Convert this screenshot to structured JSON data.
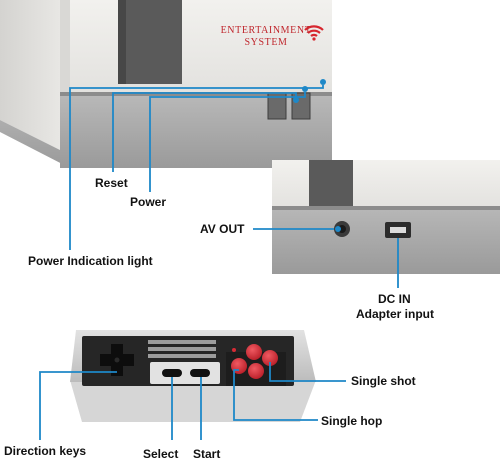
{
  "console": {
    "brand_line1": "ENTERTAINMENT",
    "brand_line2": "SYSTEM",
    "wifi_icon": "wifi-icon"
  },
  "labels": {
    "reset": "Reset",
    "power": "Power",
    "power_light": "Power Indication light",
    "av_out": "AV OUT",
    "dc_in": "DC IN",
    "adapter_input": "Adapter input",
    "single_shot": "Single shot",
    "single_hop": "Single hop",
    "direction_keys": "Direction keys",
    "select": "Select",
    "start": "Start"
  },
  "colors": {
    "callout_line": "#1e88c8",
    "console_body": "#ecebe8",
    "console_base": "#a5a5a5",
    "cartridge_slot": "#555555",
    "brand_text": "#c0282e",
    "controller_button": "#d62b35"
  }
}
